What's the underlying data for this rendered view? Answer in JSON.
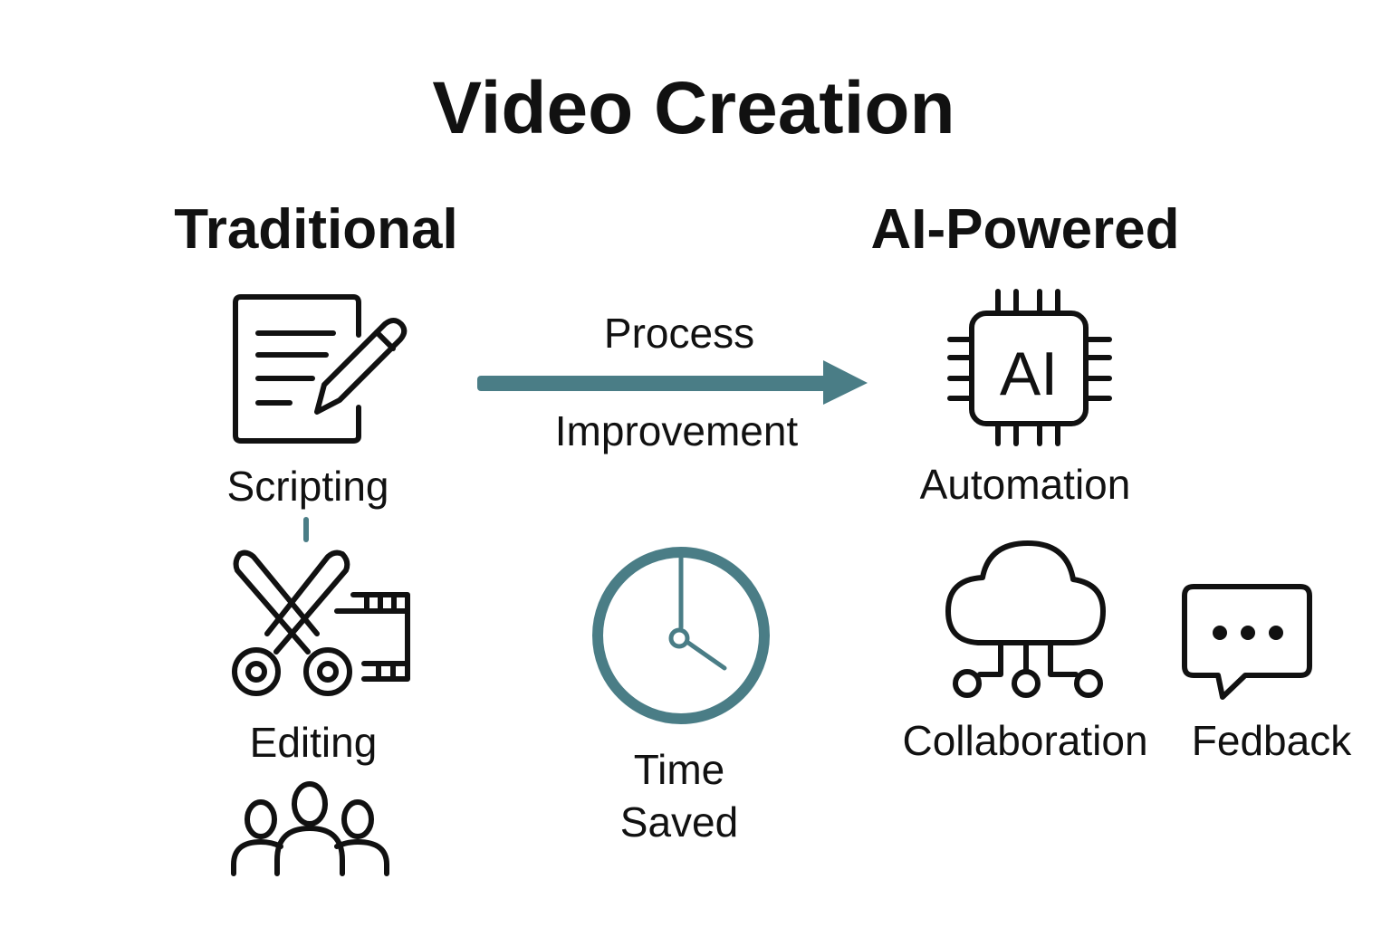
{
  "title": "Video Creation",
  "columns": {
    "left": "Traditional",
    "right": "AI-Powered"
  },
  "traditional": {
    "scripting": "Scripting",
    "editing": "Editing"
  },
  "center": {
    "arrow_top": "Process",
    "arrow_bottom": "Improvement",
    "time_line1": "Time",
    "time_line2": "Saved"
  },
  "ai_powered": {
    "chip_text": "AI",
    "automation": "Automation",
    "collaboration": "Collaboration",
    "feedback": "Fedback"
  },
  "colors": {
    "accent": "#4a7d86",
    "text": "#111111"
  }
}
